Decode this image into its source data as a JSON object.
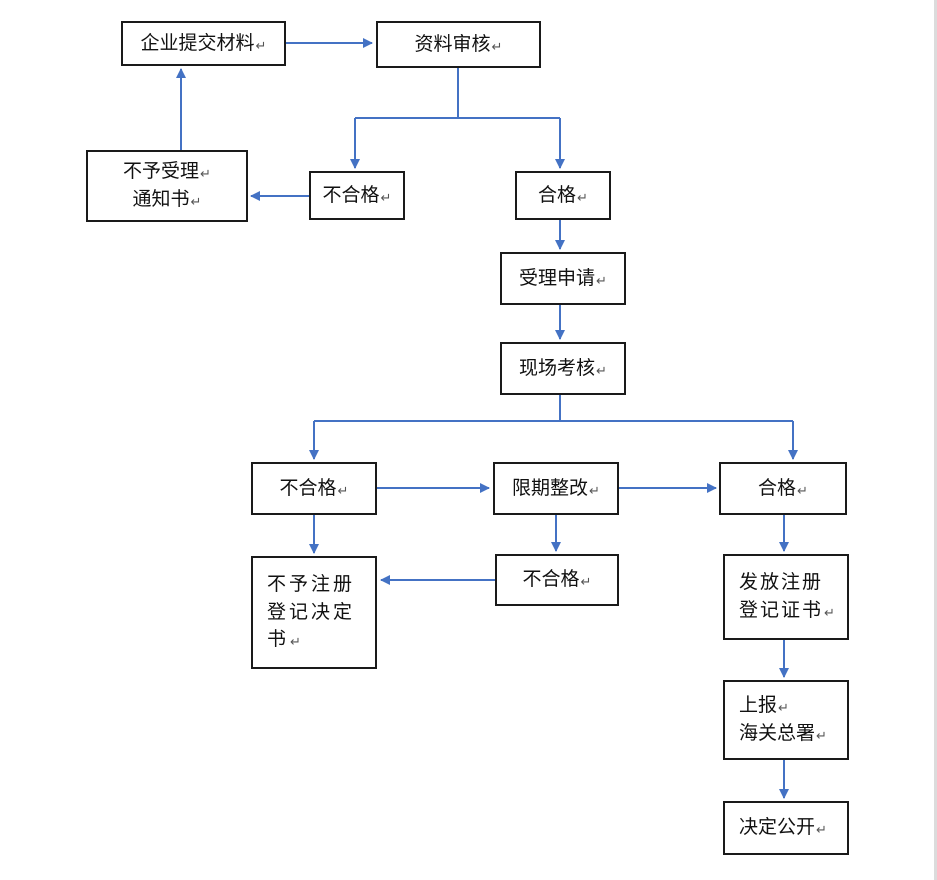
{
  "diagram": {
    "nodes": {
      "submit": {
        "lines": [
          "企业提交材料"
        ]
      },
      "review": {
        "lines": [
          "资料审核"
        ]
      },
      "fail1": {
        "lines": [
          "不合格"
        ]
      },
      "notice": {
        "lines": [
          "不予受理",
          "通知书"
        ]
      },
      "pass1": {
        "lines": [
          "合格"
        ]
      },
      "accept": {
        "lines": [
          "受理申请"
        ]
      },
      "inspect": {
        "lines": [
          "现场考核"
        ]
      },
      "fail2": {
        "lines": [
          "不合格"
        ]
      },
      "rectify": {
        "lines": [
          "限期整改"
        ]
      },
      "pass2": {
        "lines": [
          "合格"
        ]
      },
      "reject_reg": {
        "lines": [
          "不予注册",
          "登记决定",
          "书"
        ]
      },
      "fail3": {
        "lines": [
          "不合格"
        ]
      },
      "issue_cert": {
        "lines": [
          "发放注册",
          "登记证书"
        ]
      },
      "report": {
        "lines": [
          "上报",
          "海关总署"
        ]
      },
      "publish": {
        "lines": [
          "决定公开"
        ]
      }
    },
    "paragraph_mark": "↵",
    "colors": {
      "arrow": "#4472c4",
      "border": "#1a1a1a",
      "text": "#111111"
    }
  }
}
